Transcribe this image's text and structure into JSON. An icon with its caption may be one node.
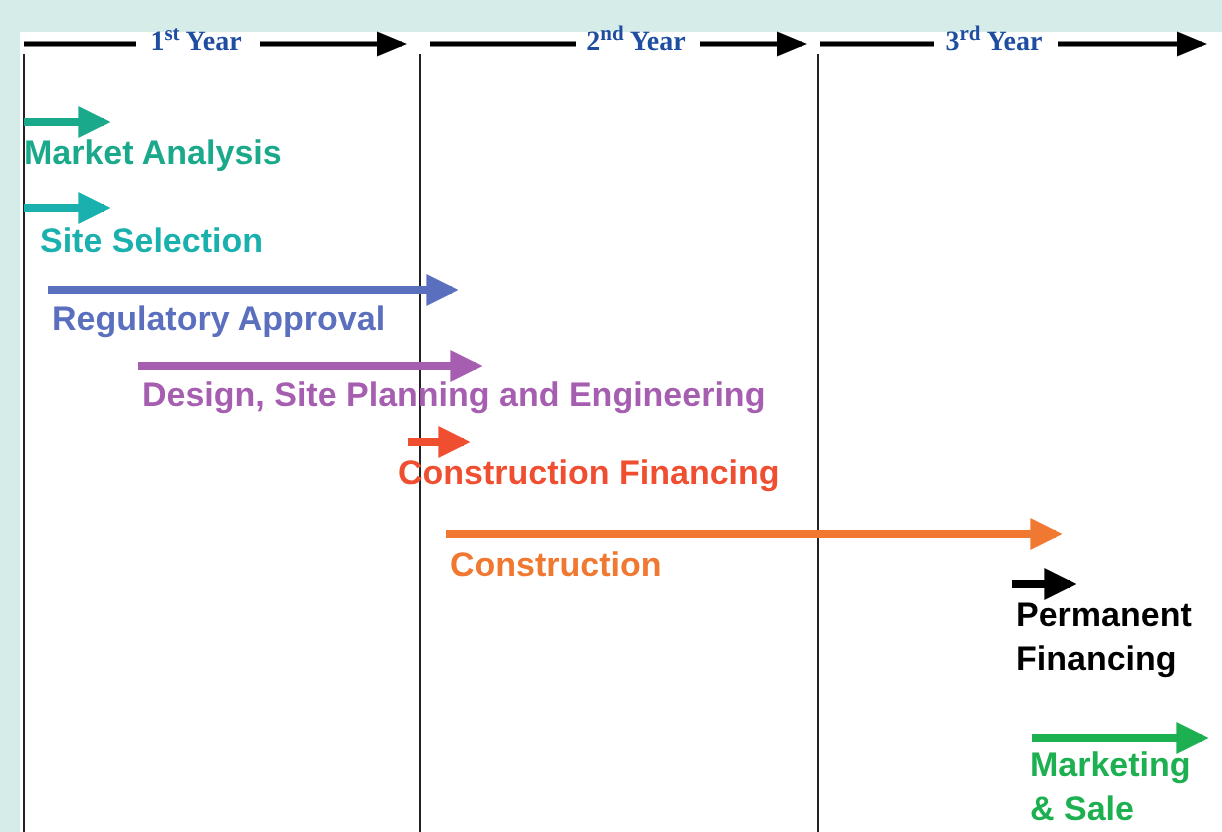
{
  "diagram": {
    "labels": [
      "1$^{st}$ Year",
      "2$^{nd}$ Year",
      "3$^{rd}$ Year",
      "Market Analysis",
      "Site Selection",
      "Regulatory Approval",
      "Design, Site Planning and Engineering",
      "Construction Financing",
      "Construction",
      "Permanent Financing",
      "Marketing & Sale"
    ]
  }
}
